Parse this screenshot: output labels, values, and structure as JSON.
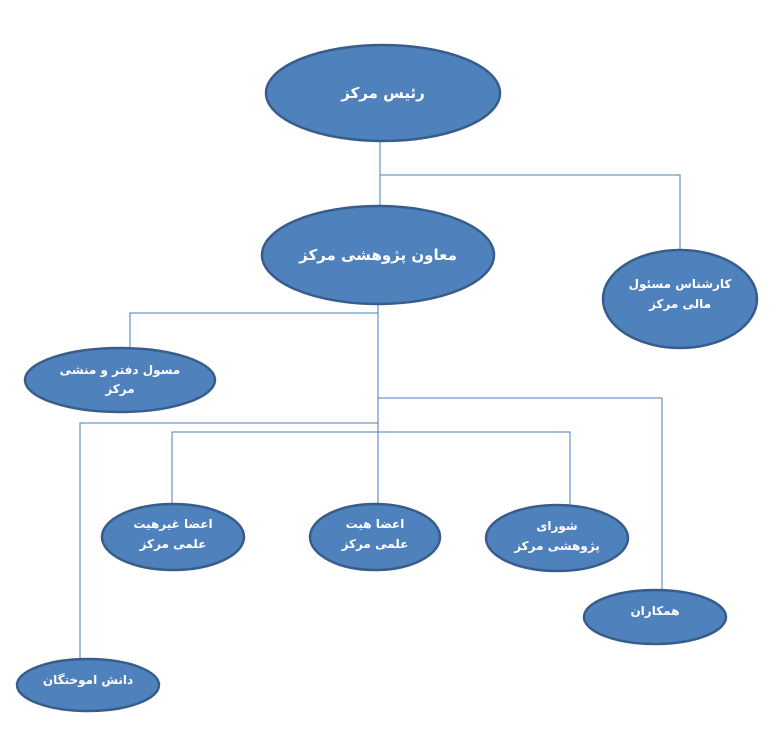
{
  "colors": {
    "node_fill": "#4f81bd",
    "node_stroke": "#385d8a",
    "connector": "#4a7ebb",
    "text": "#ffffff"
  },
  "nodes": {
    "head": {
      "lines": [
        "رئیس مرکز"
      ]
    },
    "deputy": {
      "lines": [
        "معاون پژوهشی مرکز"
      ]
    },
    "finance": {
      "lines": [
        "کارشناس مسئول",
        "مالی مرکز"
      ]
    },
    "office": {
      "lines": [
        "مسول دفتر و منشی",
        "مرکز"
      ]
    },
    "non_faculty": {
      "lines": [
        "اعضا غیرهیت",
        "علمی مرکز"
      ]
    },
    "faculty": {
      "lines": [
        "اعضا هیت",
        "علمی مرکز"
      ]
    },
    "council": {
      "lines": [
        "شورای",
        "پژوهشی مرکز"
      ]
    },
    "colleagues": {
      "lines": [
        "همکاران"
      ]
    },
    "alumni": {
      "lines": [
        "دانش اموختگان"
      ]
    }
  }
}
